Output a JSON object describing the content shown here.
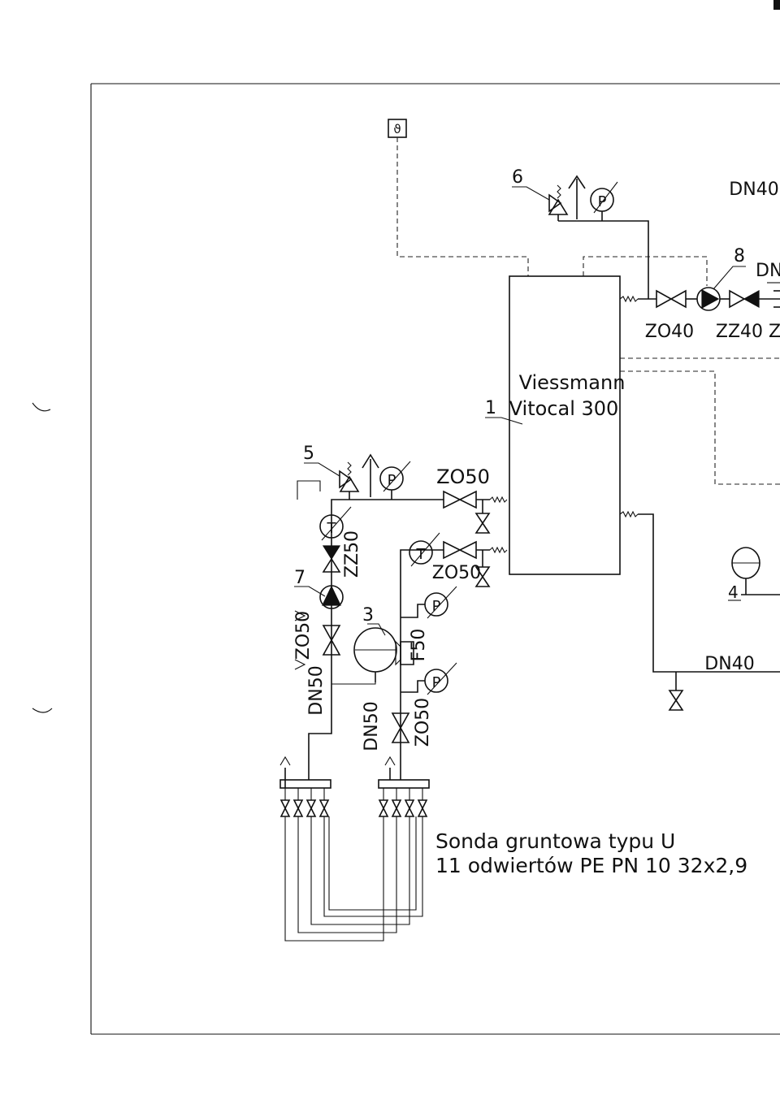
{
  "labels": {
    "thermostat_symbol": "ϑ",
    "item_6": "6",
    "item_8": "8",
    "item_1": "1",
    "item_5": "5",
    "item_7": "7",
    "item_3": "3",
    "item_4": "4",
    "dn40_top": "DN40",
    "dn_cut": "DN",
    "zo40": "ZO40",
    "zz40": "ZZ40 Z",
    "unit_name_1": "Viessmann",
    "unit_name_2": "Vitocal 300",
    "zo50_a": "ZO50",
    "zo50_b": "ZO50",
    "zo50_c": "ZO50",
    "zo50_d": "ZO50",
    "zz50": "ZZ50",
    "f50": "F50",
    "dn50_a": "DN50",
    "dn50_b": "DN50",
    "dn40_bottom": "DN40",
    "gauge_p": "P",
    "gauge_t": "T",
    "probe_line1": "Sonda gruntowa typu U",
    "probe_line2": "11 odwiertów PE PN 10 32x2,9"
  }
}
